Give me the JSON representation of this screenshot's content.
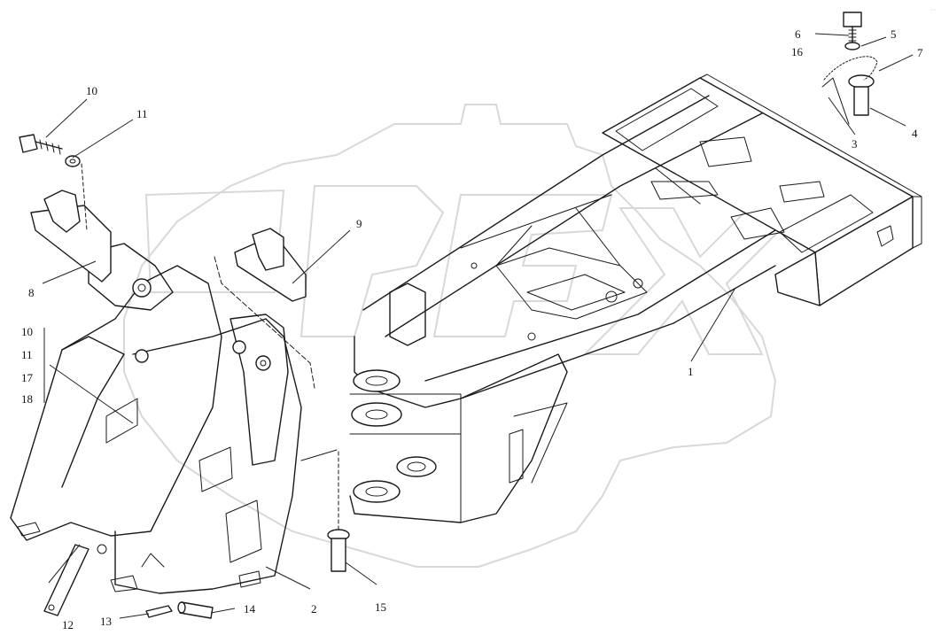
{
  "diagram": {
    "corner_mark": "▫° ▫▫▫",
    "callouts": [
      {
        "id": "c1",
        "label": "1"
      },
      {
        "id": "c2",
        "label": "2"
      },
      {
        "id": "c3",
        "label": "3"
      },
      {
        "id": "c4",
        "label": "4"
      },
      {
        "id": "c5",
        "label": "5"
      },
      {
        "id": "c6",
        "label": "6"
      },
      {
        "id": "c7",
        "label": "7"
      },
      {
        "id": "c8",
        "label": "8"
      },
      {
        "id": "c9",
        "label": "9"
      },
      {
        "id": "c10a",
        "label": "10"
      },
      {
        "id": "c11a",
        "label": "11"
      },
      {
        "id": "c12",
        "label": "12"
      },
      {
        "id": "c13",
        "label": "13"
      },
      {
        "id": "c14",
        "label": "14"
      },
      {
        "id": "c15",
        "label": "15"
      },
      {
        "id": "c16",
        "label": "16"
      },
      {
        "id": "c10b",
        "label": "10"
      },
      {
        "id": "c11b",
        "label": "11"
      },
      {
        "id": "c17",
        "label": "17"
      },
      {
        "id": "c18",
        "label": "18"
      }
    ],
    "colors": {
      "line": "#1a1a1a",
      "watermark": "#d8d8d8",
      "background": "#ffffff"
    }
  }
}
